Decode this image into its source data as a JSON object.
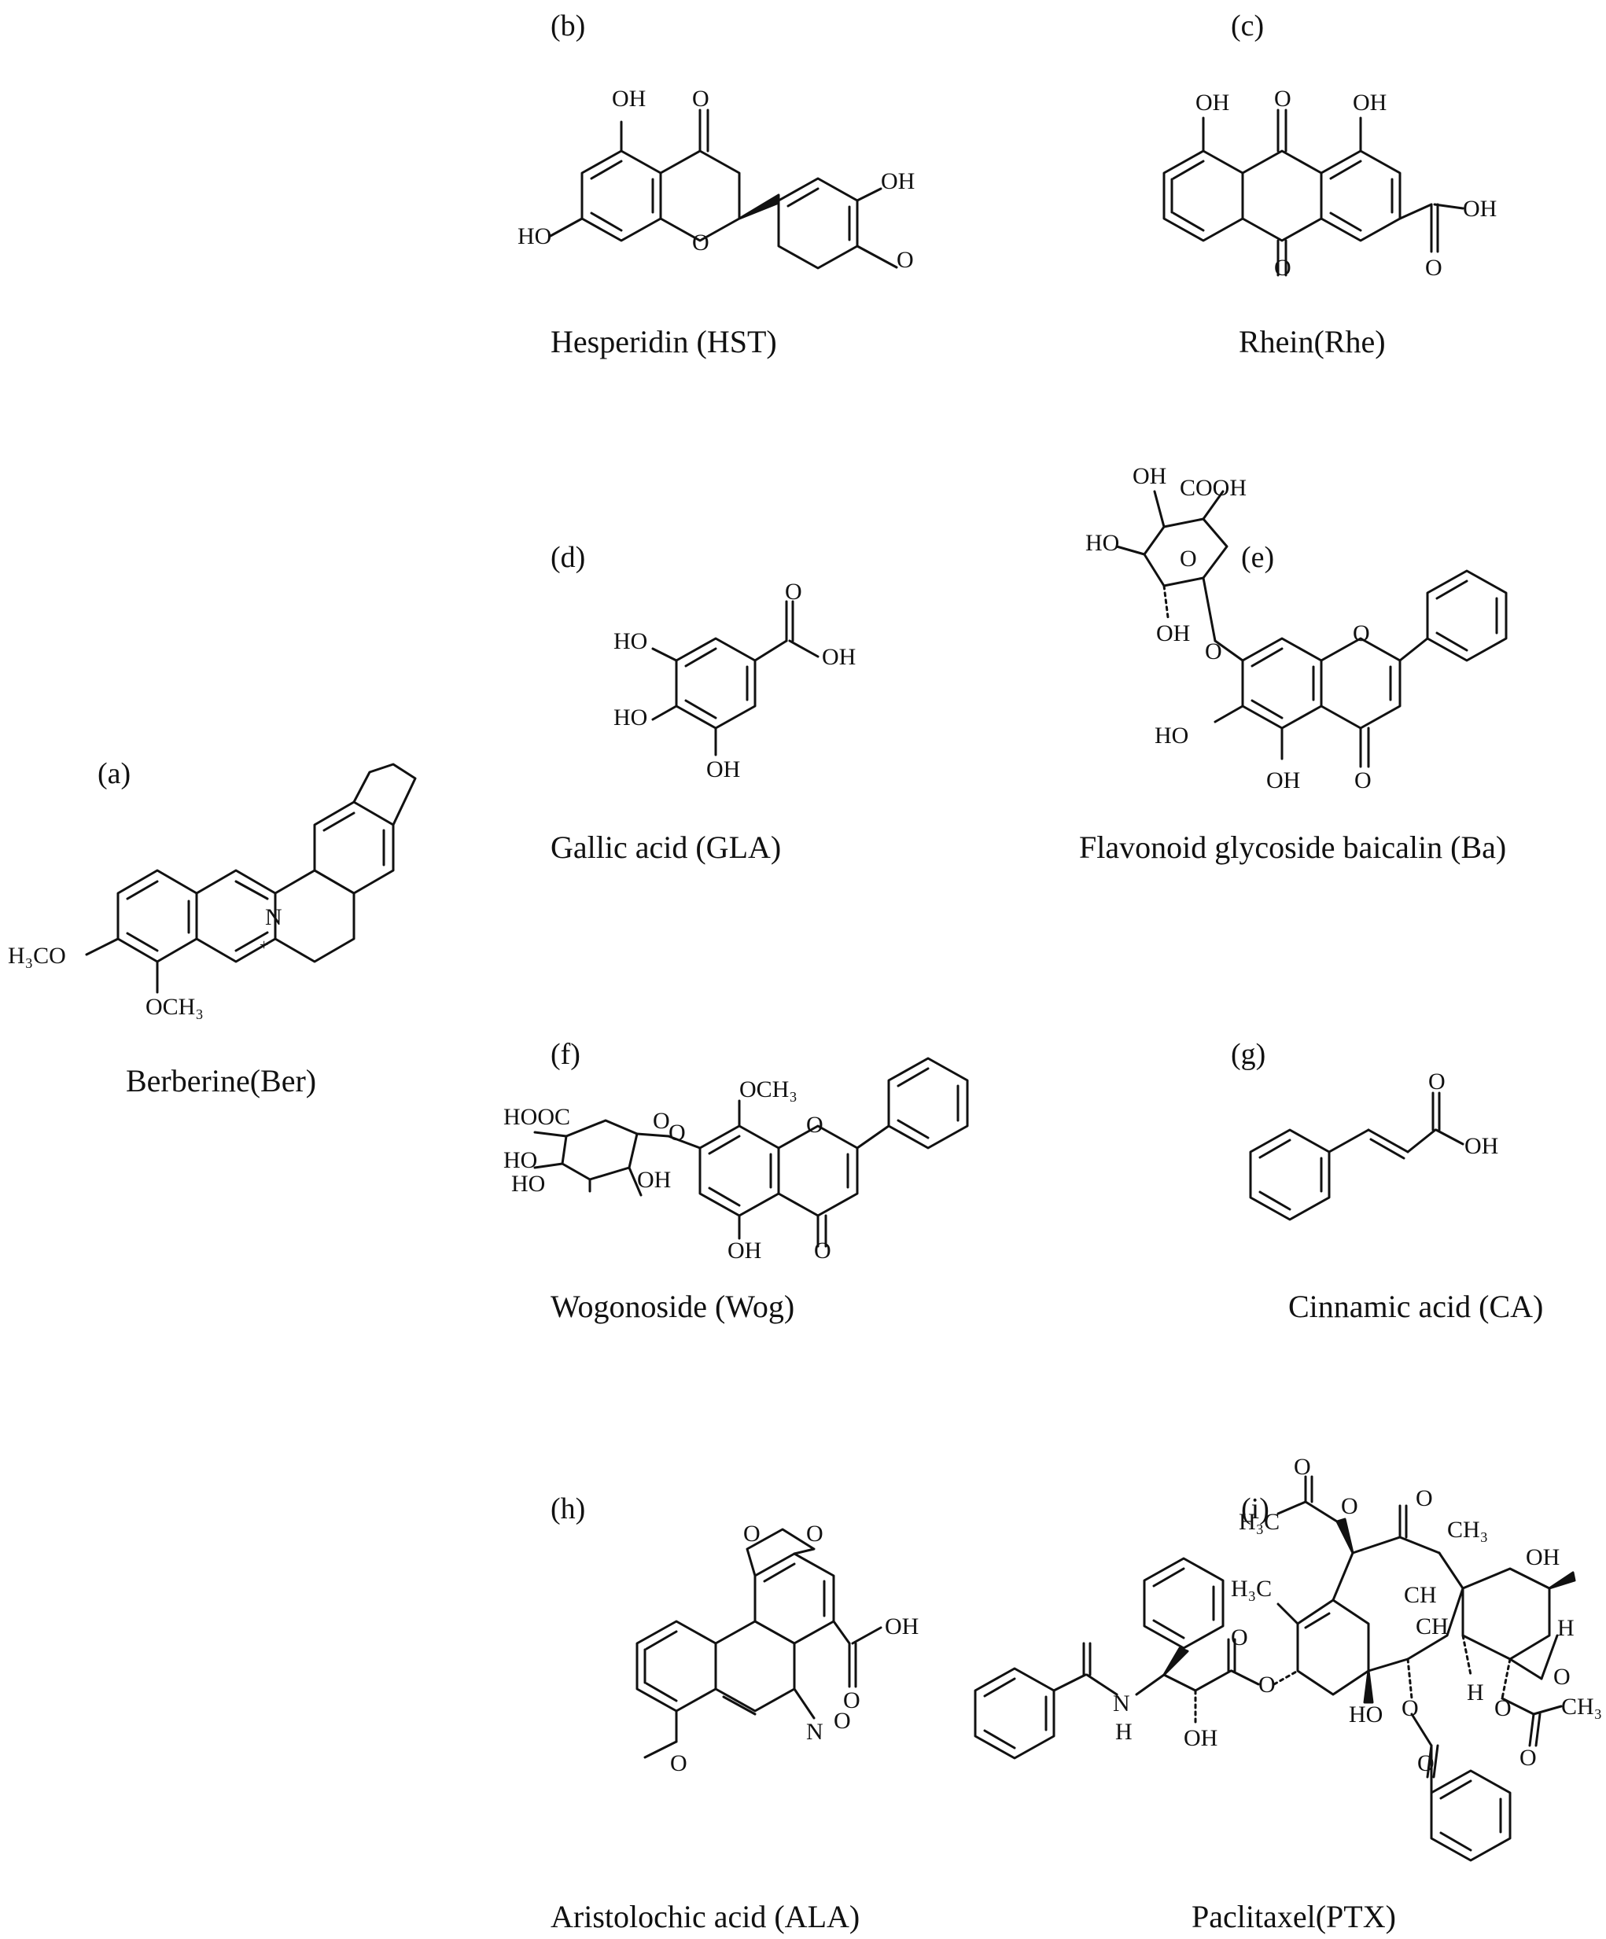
{
  "figure": {
    "panels": [
      {
        "letter": "(a)",
        "caption": "Berberine(Ber)"
      },
      {
        "letter": "(b)",
        "caption": "Hesperidin (HST)"
      },
      {
        "letter": "(c)",
        "caption": "Rhein(Rhe)"
      },
      {
        "letter": "(d)",
        "caption": "Gallic acid (GLA)"
      },
      {
        "letter": "(e)",
        "caption": "Flavonoid glycoside baicalin (Ba)"
      },
      {
        "letter": "(f)",
        "caption": "Wogonoside (Wog)"
      },
      {
        "letter": "(g)",
        "caption": "Cinnamic acid (CA)"
      },
      {
        "letter": "(h)",
        "caption": "Aristolochic acid (ALA)"
      },
      {
        "letter": "(i)",
        "caption": "Paclitaxel(PTX)"
      }
    ],
    "atom_labels": {
      "a": [
        "N",
        "+",
        "H₃CO",
        "OCH₃"
      ],
      "b": [
        "OH",
        "O",
        "OH",
        "HO",
        "O",
        "O"
      ],
      "c": [
        "OH",
        "O",
        "OH",
        "OH",
        "O",
        "O"
      ],
      "d": [
        "O",
        "HO",
        "OH",
        "HO",
        "OH"
      ],
      "e": [
        "OH",
        "COOH",
        "HO",
        "O",
        "OH",
        "O",
        "O",
        "HO",
        "OH",
        "O"
      ],
      "f": [
        "OCH₃",
        "HOOC",
        "O",
        "O",
        "O",
        "HO",
        "HO",
        "OH",
        "OH",
        "O"
      ],
      "g": [
        "O",
        "OH"
      ],
      "h": [
        "O",
        "O",
        "OH",
        "O",
        "N",
        "O",
        "O"
      ],
      "i": [
        "O",
        "O",
        "H₃C",
        "O",
        "CH₃",
        "OH",
        "H₃C",
        "CH",
        "CH",
        "O",
        "H",
        "O",
        "N",
        "H",
        "OH",
        "O",
        "HO",
        "H",
        "O",
        "O",
        "O",
        "CH₃",
        "O"
      ]
    }
  }
}
